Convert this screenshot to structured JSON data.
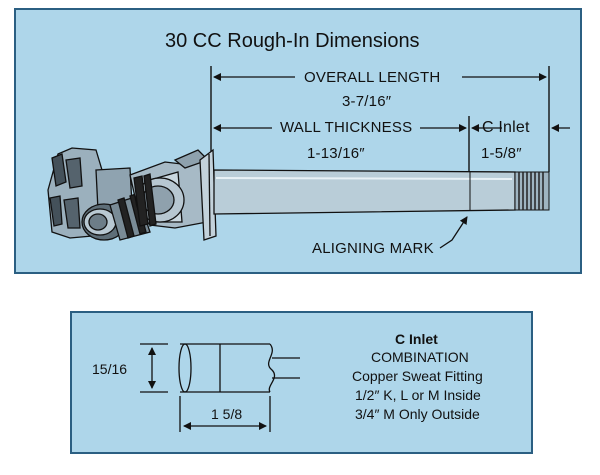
{
  "top_panel": {
    "title": "30 CC  Rough-In Dimensions",
    "overall_label": "OVERALL LENGTH",
    "overall_value": "3-7/16″",
    "wall_label": "WALL THICKNESS",
    "wall_value": "1-13/16″",
    "inlet_label": "C  Inlet",
    "inlet_value": "1-5/8″",
    "aligning_label": "ALIGNING MARK"
  },
  "bottom_panel": {
    "height_value": "15/16",
    "length_value": "1 5/8",
    "inlet_title": "C Inlet",
    "lines": [
      "COMBINATION",
      "Copper Sweat Fitting",
      "1/2″ K, L or M Inside",
      "3/4″ M Only Outside"
    ]
  },
  "colors": {
    "panel_fill": "#aed6ea",
    "panel_border": "#2b5f82",
    "line": "#111111"
  }
}
